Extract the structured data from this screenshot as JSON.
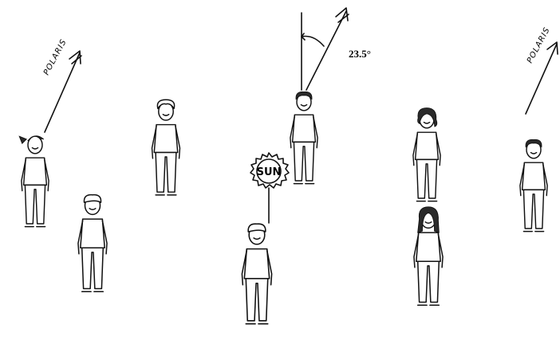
{
  "labels": {
    "polaris_left": "POLARIS",
    "polaris_right": "POLARIS",
    "tilt_angle": "23.5°",
    "sun": "SUN"
  },
  "figures": [
    {
      "name": "student-far-left",
      "hair": "ponytail"
    },
    {
      "name": "student-left-back",
      "hair": "curly"
    },
    {
      "name": "student-center-earth",
      "hair": "short-dark"
    },
    {
      "name": "student-right-back",
      "hair": "curly-dark"
    },
    {
      "name": "student-far-right",
      "hair": "short-dark"
    },
    {
      "name": "student-left-front",
      "hair": "short"
    },
    {
      "name": "student-center-front",
      "hair": "short"
    },
    {
      "name": "student-right-front",
      "hair": "long-dark"
    }
  ],
  "icons": [
    "arrow-icon",
    "sun-icon",
    "angle-arc-icon"
  ]
}
